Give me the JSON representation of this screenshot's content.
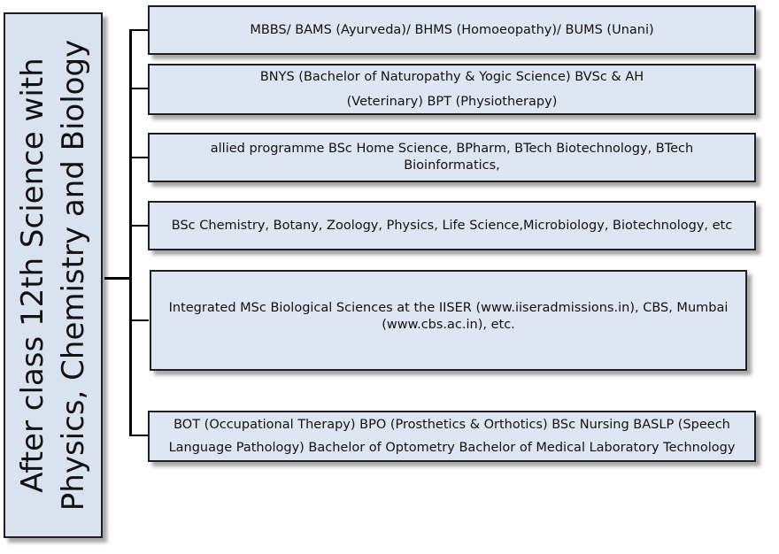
{
  "root": {
    "line1": "After class 12th Science with",
    "line2": "Physics, Chemistry and Biology"
  },
  "items": [
    {
      "text": "MBBS/ BAMS (Ayurveda)/ BHMS (Homoeopathy)/ BUMS (Unani)"
    },
    {
      "text": "BNYS (Bachelor of Naturopathy & Yogic Science) BVSc & AH (Veterinary) BPT (Physiotherapy)"
    },
    {
      "text": "allied programme BSc Home Science, BPharm, BTech Biotechnology, BTech Bioinformatics,"
    },
    {
      "text": "BSc Chemistry, Botany, Zoology, Physics, Life Science,Microbiology, Biotechnology, etc"
    },
    {
      "text": "Integrated MSc Biological Sciences at the IISER (www.iiseradmissions.in), CBS, Mumbai (www.cbs.ac.in), etc."
    },
    {
      "text": "BOT (Occupational Therapy) BPO (Prosthetics & Orthotics) BSc Nursing BASLP (Speech Language Pathology) Bachelor of Optometry Bachelor of Medical Laboratory Technology"
    }
  ]
}
